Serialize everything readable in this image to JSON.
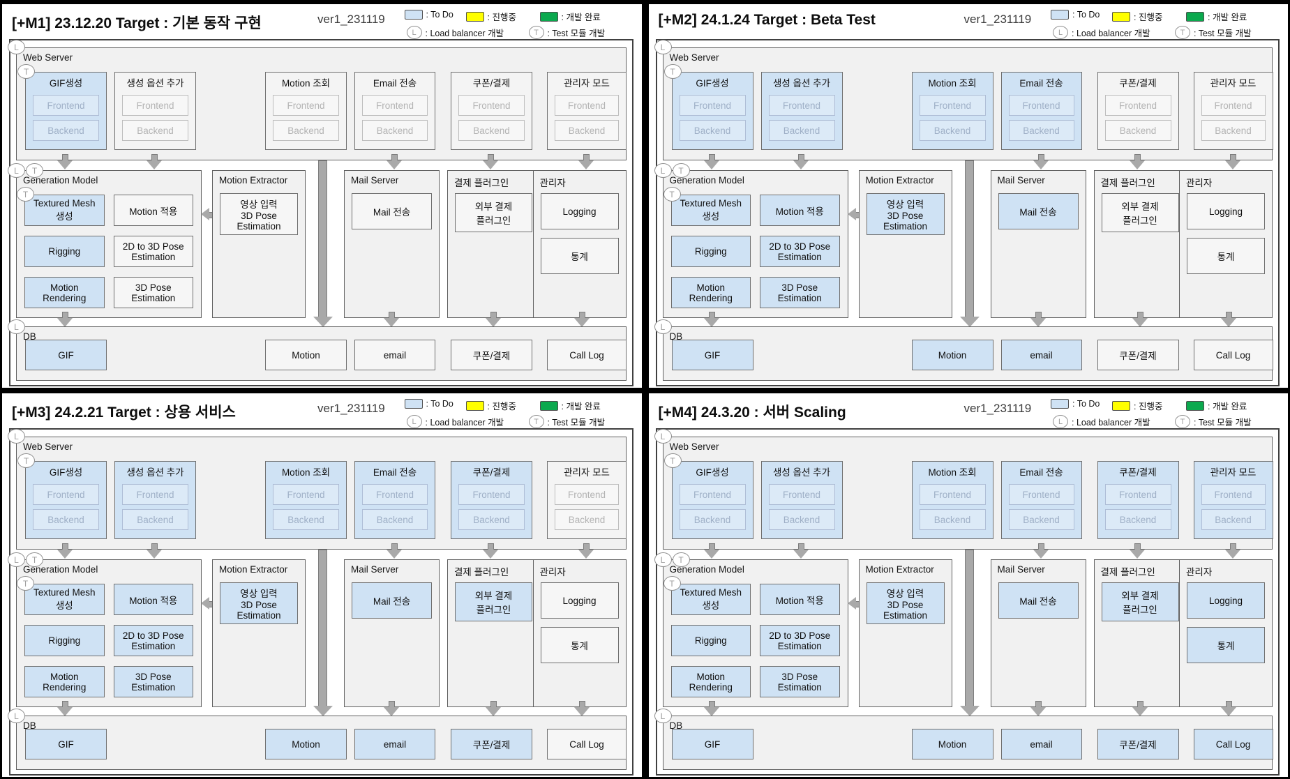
{
  "version_label": "ver1_231119",
  "legend": {
    "todo_label": ": To Do",
    "in_progress_label": ": 진행중",
    "done_label": ": 개발 완료",
    "load_balancer_label": ": Load balancer 개발",
    "test_module_label": ": Test 모듈 개발",
    "load_balancer_icon": "L",
    "test_module_icon": "T",
    "todo_color": "#cfe2f4",
    "in_progress_color": "#ffff00",
    "done_color": "#0ba94e"
  },
  "labels": {
    "web_server": "Web Server",
    "generation_model": "Generation Model",
    "motion_extractor": "Motion Extractor",
    "mail_server": "Mail Server",
    "payment_plugin": "결제 플러그인",
    "admin": "관리자",
    "db": "DB",
    "frontend": "Frontend",
    "backend": "Backend"
  },
  "panels": [
    {
      "id": "M1",
      "title": "[+M1] 23.12.20 Target : 기본 동작 구현",
      "web_boxes": [
        {
          "label": "GIF생성",
          "todo": true
        },
        {
          "label": "생성 옵션 추가",
          "todo": false
        },
        {
          "label": "Motion 조회",
          "todo": false
        },
        {
          "label": "Email 전송",
          "todo": false
        },
        {
          "label": "쿠폰/결제",
          "todo": false
        },
        {
          "label": "관리자 모드",
          "todo": false
        }
      ],
      "gen_boxes": [
        {
          "label": "Textured Mesh\n생성",
          "todo": true
        },
        {
          "label": "Motion 적용",
          "todo": false
        },
        {
          "label": "Rigging",
          "todo": true
        },
        {
          "label": "2D to 3D Pose\nEstimation",
          "todo": false
        },
        {
          "label": "Motion\nRendering",
          "todo": true
        },
        {
          "label": "3D Pose\nEstimation",
          "todo": false
        }
      ],
      "motion_extractor_box": {
        "label": "영상 입력\n3D Pose\nEstimation",
        "todo": false
      },
      "mail_box": {
        "label": "Mail 전송",
        "todo": false
      },
      "payment_box": {
        "label": "외부 결제\n플러그인",
        "todo": false
      },
      "admin_boxes": [
        {
          "label": "Logging",
          "todo": false
        },
        {
          "label": "통계",
          "todo": false
        }
      ],
      "db_boxes": [
        {
          "label": "GIF",
          "todo": true
        },
        {
          "label": "Motion",
          "todo": false
        },
        {
          "label": "email",
          "todo": false
        },
        {
          "label": "쿠폰/결제",
          "todo": false
        },
        {
          "label": "Call Log",
          "todo": false
        }
      ]
    },
    {
      "id": "M2",
      "title": "[+M2] 24.1.24 Target : Beta Test",
      "web_boxes": [
        {
          "label": "GIF생성",
          "todo": true
        },
        {
          "label": "생성 옵션 추가",
          "todo": true
        },
        {
          "label": "Motion 조회",
          "todo": true
        },
        {
          "label": "Email 전송",
          "todo": true
        },
        {
          "label": "쿠폰/결제",
          "todo": false
        },
        {
          "label": "관리자 모드",
          "todo": false
        }
      ],
      "gen_boxes": [
        {
          "label": "Textured Mesh\n생성",
          "todo": true
        },
        {
          "label": "Motion 적용",
          "todo": true
        },
        {
          "label": "Rigging",
          "todo": true
        },
        {
          "label": "2D to 3D Pose\nEstimation",
          "todo": true
        },
        {
          "label": "Motion\nRendering",
          "todo": true
        },
        {
          "label": "3D Pose\nEstimation",
          "todo": true
        }
      ],
      "motion_extractor_box": {
        "label": "영상 입력\n3D Pose\nEstimation",
        "todo": true
      },
      "mail_box": {
        "label": "Mail 전송",
        "todo": true
      },
      "payment_box": {
        "label": "외부 결제\n플러그인",
        "todo": false
      },
      "admin_boxes": [
        {
          "label": "Logging",
          "todo": false
        },
        {
          "label": "통계",
          "todo": false
        }
      ],
      "db_boxes": [
        {
          "label": "GIF",
          "todo": true
        },
        {
          "label": "Motion",
          "todo": true
        },
        {
          "label": "email",
          "todo": true
        },
        {
          "label": "쿠폰/결제",
          "todo": false
        },
        {
          "label": "Call Log",
          "todo": false
        }
      ]
    },
    {
      "id": "M3",
      "title": "[+M3] 24.2.21 Target : 상용 서비스",
      "web_boxes": [
        {
          "label": "GIF생성",
          "todo": true
        },
        {
          "label": "생성 옵션 추가",
          "todo": true
        },
        {
          "label": "Motion 조회",
          "todo": true
        },
        {
          "label": "Email 전송",
          "todo": true
        },
        {
          "label": "쿠폰/결제",
          "todo": true
        },
        {
          "label": "관리자 모드",
          "todo": false
        }
      ],
      "gen_boxes": [
        {
          "label": "Textured Mesh\n생성",
          "todo": true
        },
        {
          "label": "Motion 적용",
          "todo": true
        },
        {
          "label": "Rigging",
          "todo": true
        },
        {
          "label": "2D to 3D Pose\nEstimation",
          "todo": true
        },
        {
          "label": "Motion\nRendering",
          "todo": true
        },
        {
          "label": "3D Pose\nEstimation",
          "todo": true
        }
      ],
      "motion_extractor_box": {
        "label": "영상 입력\n3D Pose\nEstimation",
        "todo": true
      },
      "mail_box": {
        "label": "Mail 전송",
        "todo": true
      },
      "payment_box": {
        "label": "외부 결제\n플러그인",
        "todo": true
      },
      "admin_boxes": [
        {
          "label": "Logging",
          "todo": false
        },
        {
          "label": "통계",
          "todo": false
        }
      ],
      "db_boxes": [
        {
          "label": "GIF",
          "todo": true
        },
        {
          "label": "Motion",
          "todo": true
        },
        {
          "label": "email",
          "todo": true
        },
        {
          "label": "쿠폰/결제",
          "todo": true
        },
        {
          "label": "Call Log",
          "todo": false
        }
      ]
    },
    {
      "id": "M4",
      "title": "[+M4] 24.3.20 : 서버 Scaling",
      "web_boxes": [
        {
          "label": "GIF생성",
          "todo": true
        },
        {
          "label": "생성 옵션 추가",
          "todo": true
        },
        {
          "label": "Motion 조회",
          "todo": true
        },
        {
          "label": "Email 전송",
          "todo": true
        },
        {
          "label": "쿠폰/결제",
          "todo": true
        },
        {
          "label": "관리자 모드",
          "todo": true
        }
      ],
      "gen_boxes": [
        {
          "label": "Textured Mesh\n생성",
          "todo": true
        },
        {
          "label": "Motion 적용",
          "todo": true
        },
        {
          "label": "Rigging",
          "todo": true
        },
        {
          "label": "2D to 3D Pose\nEstimation",
          "todo": true
        },
        {
          "label": "Motion\nRendering",
          "todo": true
        },
        {
          "label": "3D Pose\nEstimation",
          "todo": true
        }
      ],
      "motion_extractor_box": {
        "label": "영상 입력\n3D Pose\nEstimation",
        "todo": true
      },
      "mail_box": {
        "label": "Mail 전송",
        "todo": true
      },
      "payment_box": {
        "label": "외부 결제\n플러그인",
        "todo": true
      },
      "admin_boxes": [
        {
          "label": "Logging",
          "todo": true
        },
        {
          "label": "통계",
          "todo": true
        }
      ],
      "db_boxes": [
        {
          "label": "GIF",
          "todo": true
        },
        {
          "label": "Motion",
          "todo": true
        },
        {
          "label": "email",
          "todo": true
        },
        {
          "label": "쿠폰/결제",
          "todo": true
        },
        {
          "label": "Call Log",
          "todo": true
        }
      ]
    }
  ]
}
